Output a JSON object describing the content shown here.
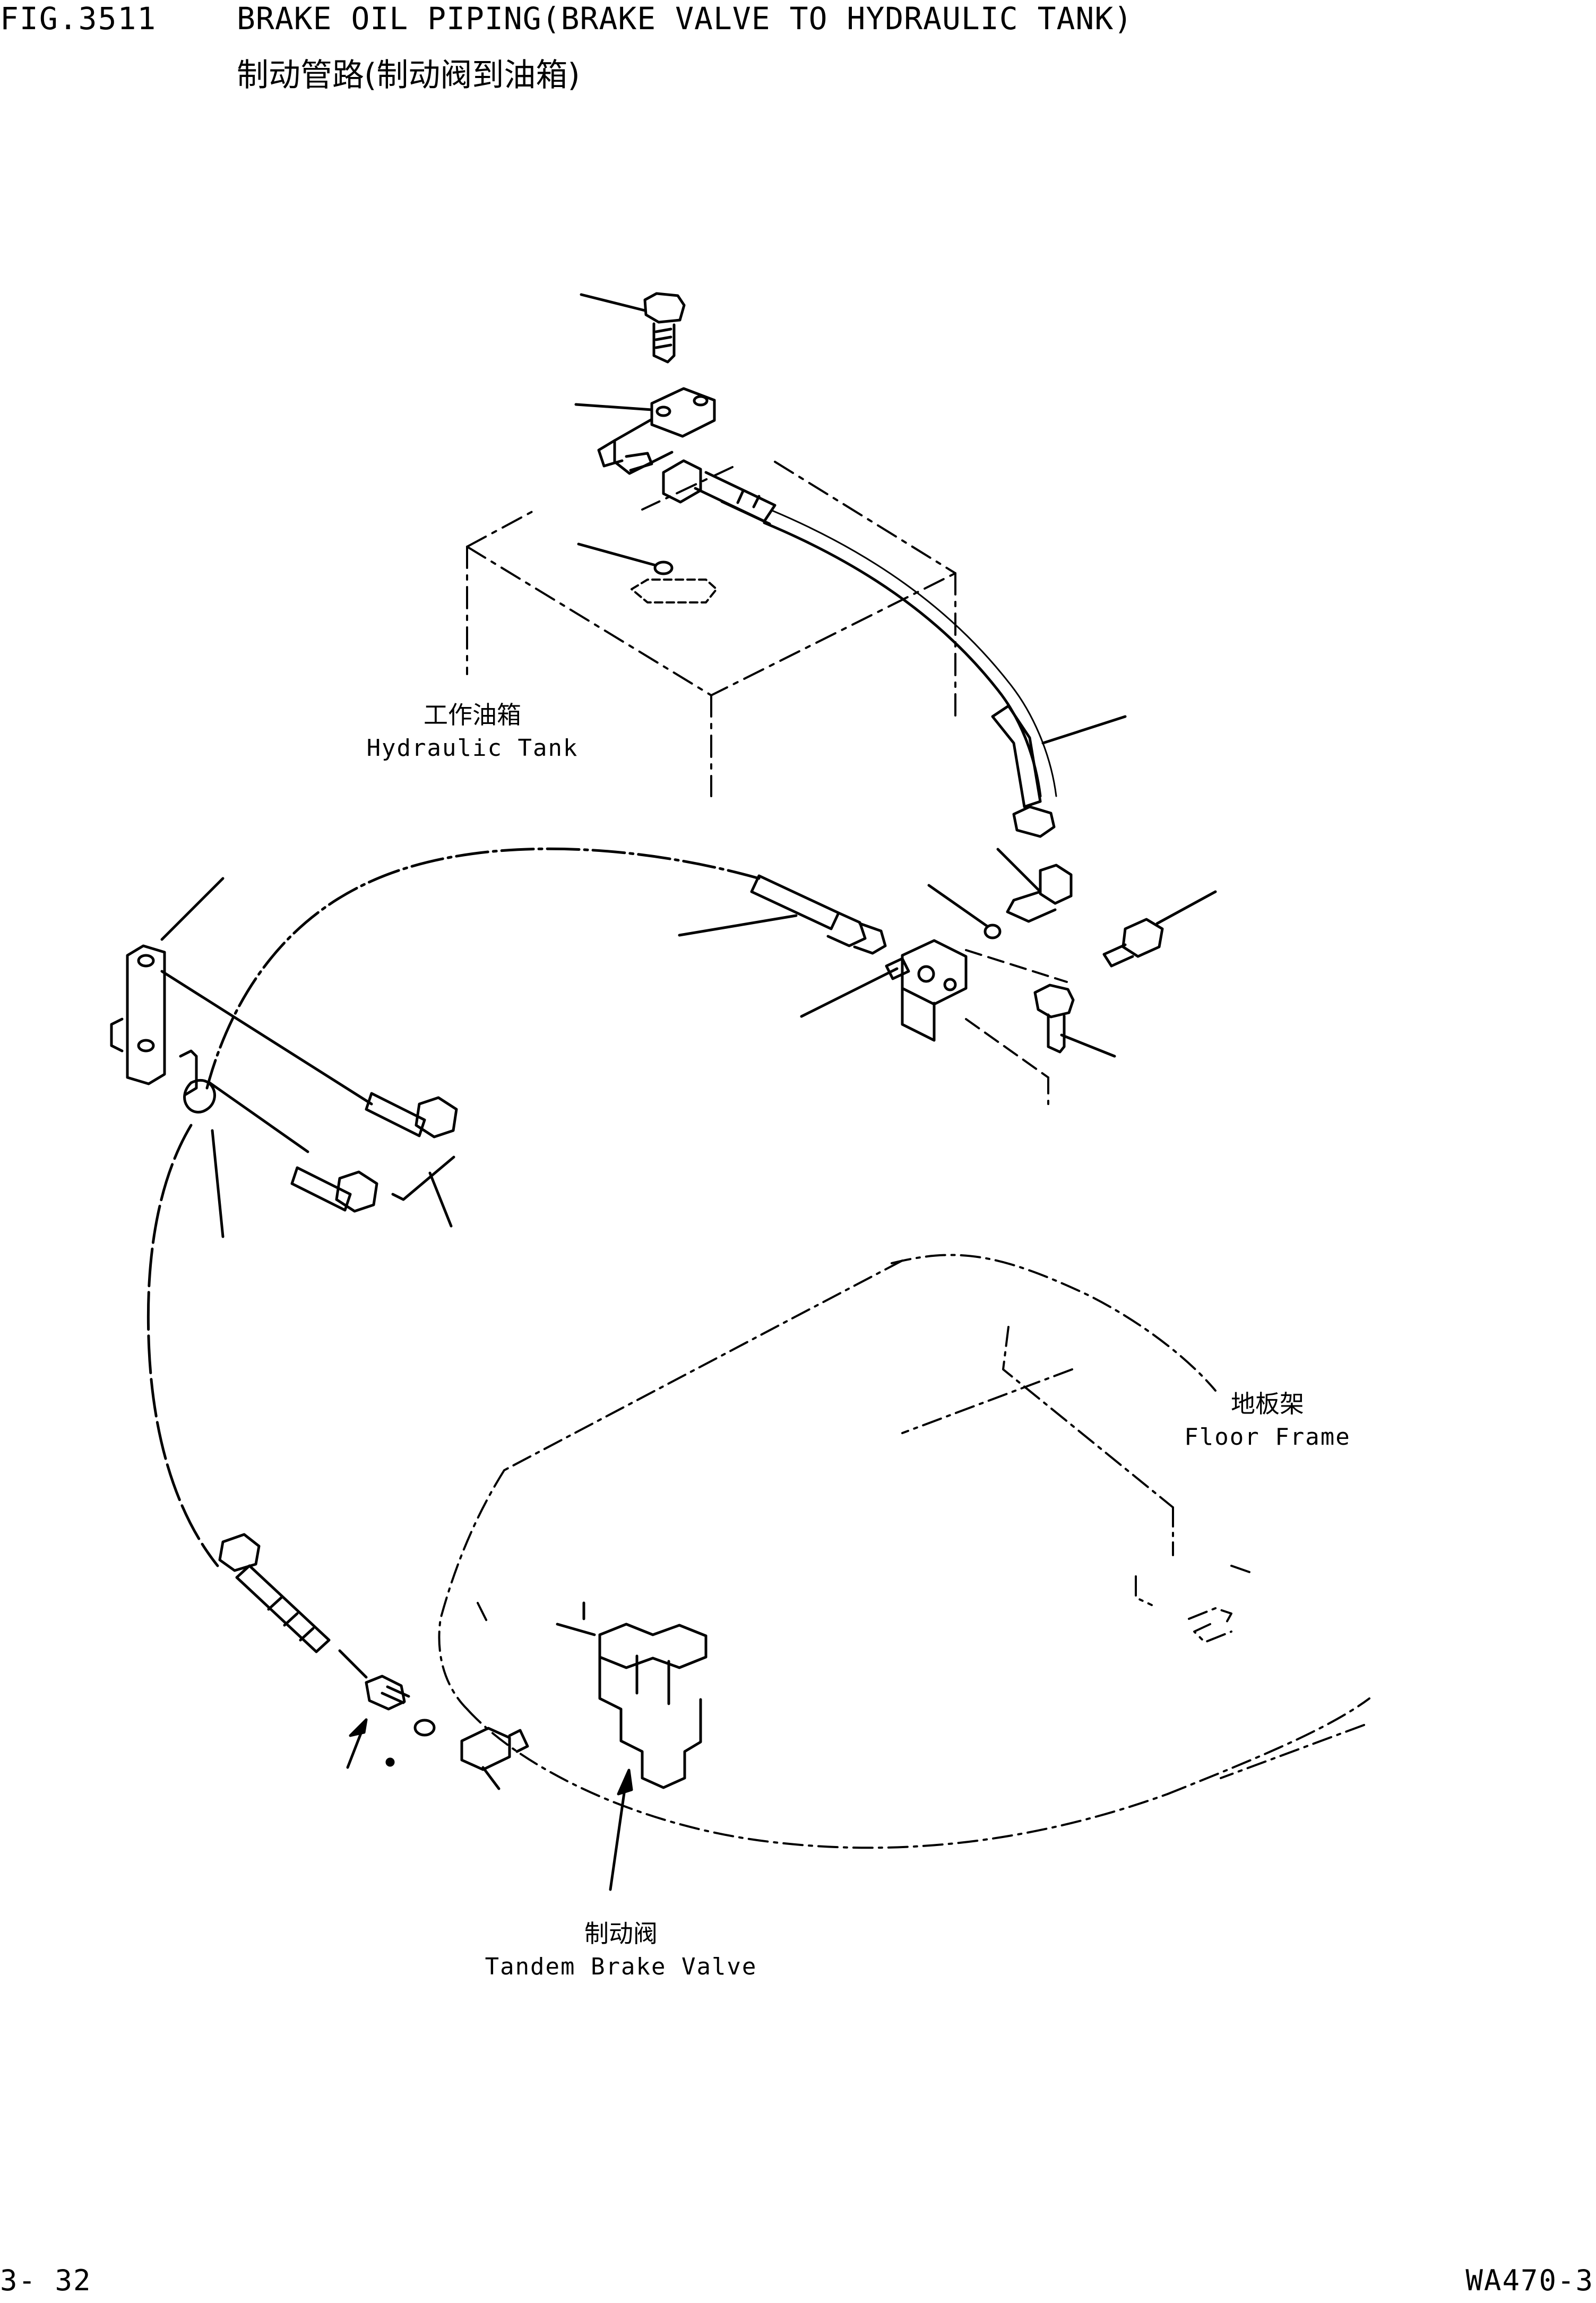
{
  "header": {
    "fig_number": "FIG.3511",
    "title_en": "BRAKE OIL PIPING(BRAKE VALVE TO HYDRAULIC TANK)",
    "title_zh": "制动管路(制动阀到油箱)"
  },
  "labels": {
    "hydraulic_tank": {
      "zh": "工作油箱",
      "en": "Hydraulic Tank"
    },
    "floor_frame": {
      "zh": "地板架",
      "en": "Floor Frame"
    },
    "brake_valve": {
      "zh": "制动阀",
      "en": "Tandem Brake Valve"
    }
  },
  "footer": {
    "page_number": "3- 32",
    "model": "WA470-3"
  }
}
